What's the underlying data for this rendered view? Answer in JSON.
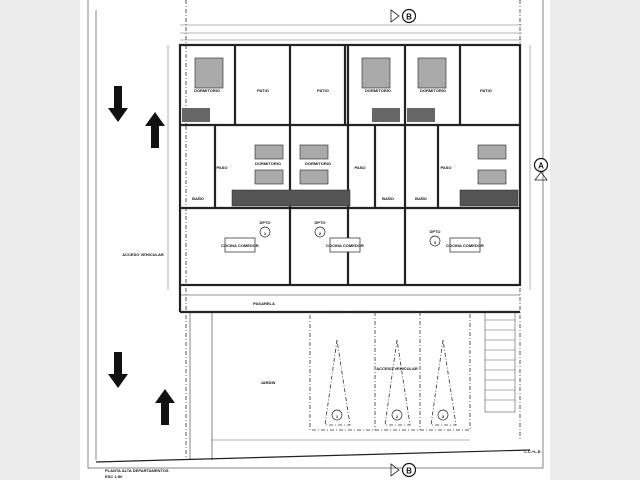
{
  "title": "PLANTA ALTA DEPARTAMENTOS",
  "scale": "ESC 1:50",
  "section_markers": {
    "a": "A",
    "b": "B"
  },
  "boundary_label": "L.C.+L.E.",
  "rooms": {
    "dormitorio": "DORMITORIO",
    "patio": "PATIO",
    "paso": "PASO",
    "bano": "BAÑO",
    "cocina_comedor": "COCINA COMEDOR",
    "pasarela": "PASARELA",
    "jardin": "JARDIN",
    "acceso_vehicular": "ACCESO VEHICULAR"
  },
  "units": [
    {
      "label": "DPTO",
      "number": "1"
    },
    {
      "label": "DPTO",
      "number": "2"
    },
    {
      "label": "DPTO",
      "number": "3"
    }
  ],
  "parking": [
    "1",
    "2",
    "3"
  ]
}
